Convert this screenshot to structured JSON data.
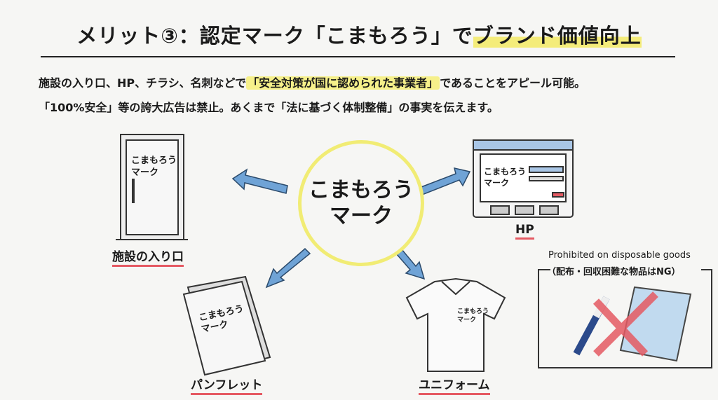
{
  "title": {
    "part1": "メリット③：認定マーク「こまもろう」で",
    "part2": "ブランド価値向上"
  },
  "body": {
    "line1_pre": "施設の入り口、HP、チラシ、名刺などで",
    "line1_highlight": "「安全対策が国に認められた事業者」",
    "line1_post": "であることをアピール可能。",
    "line2": "「100%安全」等の誇大広告は禁止。あくまで「法に基づく体制整備」の事実を伝えます。"
  },
  "center": {
    "line1": "こまもろう",
    "line2": "マーク"
  },
  "mark": {
    "line1": "こまもろう",
    "line2": "マーク"
  },
  "labels": {
    "door": "施設の入り口",
    "hp": "HP",
    "pamphlet": "パンフレット",
    "uniform": "ユニフォーム"
  },
  "prohibited": {
    "en": "Prohibited on disposable goods",
    "jp": "（配布・回収困難な物品はNG）"
  },
  "colors": {
    "highlight": "#f4ec7a",
    "underline": "#e55a63",
    "arrow": "#6fa3d6"
  }
}
